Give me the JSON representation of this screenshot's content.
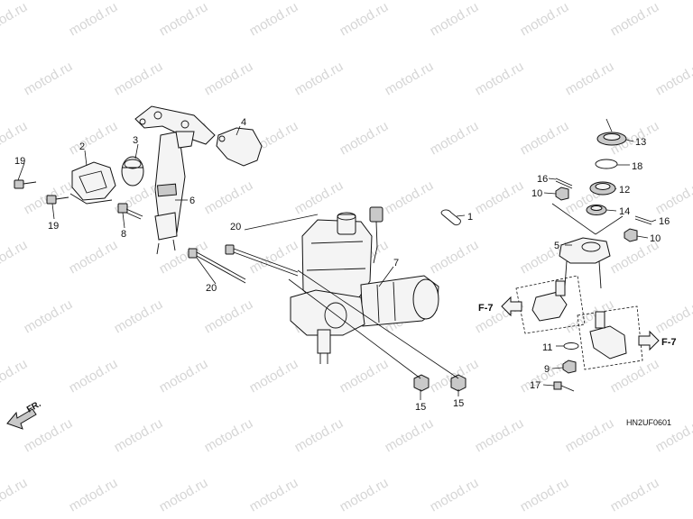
{
  "watermark": {
    "text": "motod.ru",
    "color": "#d6d6d6"
  },
  "diagram_code": "HN2UF0601",
  "direction": {
    "label": "FR."
  },
  "references": [
    {
      "id": "ref-left",
      "label": "F-7"
    },
    {
      "id": "ref-right",
      "label": "F-7"
    }
  ],
  "callouts": [
    {
      "id": "c1",
      "label": "1"
    },
    {
      "id": "c2",
      "label": "2"
    },
    {
      "id": "c3",
      "label": "3"
    },
    {
      "id": "c4",
      "label": "4"
    },
    {
      "id": "c5",
      "label": "5"
    },
    {
      "id": "c6",
      "label": "6"
    },
    {
      "id": "c7",
      "label": "7"
    },
    {
      "id": "c8",
      "label": "8"
    },
    {
      "id": "c9",
      "label": "9"
    },
    {
      "id": "c10a",
      "label": "10"
    },
    {
      "id": "c10b",
      "label": "10"
    },
    {
      "id": "c11",
      "label": "11"
    },
    {
      "id": "c12",
      "label": "12"
    },
    {
      "id": "c13",
      "label": "13"
    },
    {
      "id": "c14",
      "label": "14"
    },
    {
      "id": "c15a",
      "label": "15"
    },
    {
      "id": "c15b",
      "label": "15"
    },
    {
      "id": "c16a",
      "label": "16"
    },
    {
      "id": "c16b",
      "label": "16"
    },
    {
      "id": "c17",
      "label": "17"
    },
    {
      "id": "c18",
      "label": "18"
    },
    {
      "id": "c19a",
      "label": "19"
    },
    {
      "id": "c19b",
      "label": "19"
    },
    {
      "id": "c20a",
      "label": "20"
    },
    {
      "id": "c20b",
      "label": "20"
    }
  ]
}
